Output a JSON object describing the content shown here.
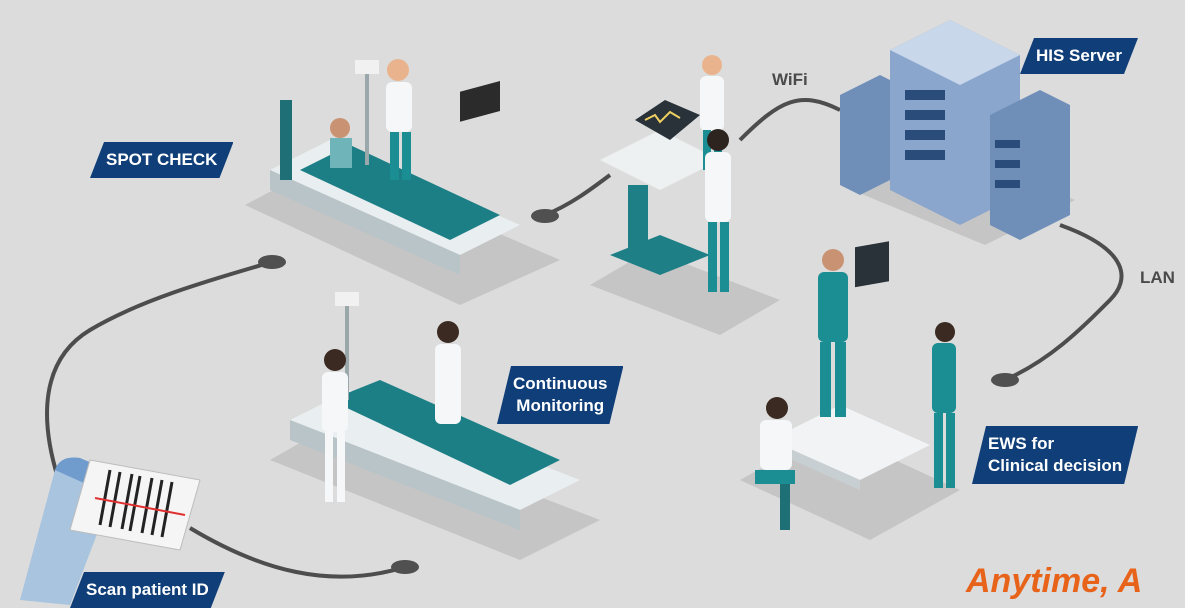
{
  "labels": {
    "spot_check": "SPOT CHECK",
    "his_server": "HIS Server",
    "continuous_monitoring_1": "Continuous",
    "continuous_monitoring_2": "Monitoring",
    "ews_1": "EWS for",
    "ews_2": "Clinical decision",
    "scan_patient_id": "Scan patient ID"
  },
  "network": {
    "wifi": "WiFi",
    "lan": "LAN"
  },
  "tagline": "Anytime, A",
  "colors": {
    "background": "#dcdcdc",
    "tag": "#0f3e78",
    "teal": "#1b8e93",
    "tagline": "#e8631a",
    "cable": "#4a4a4a"
  }
}
